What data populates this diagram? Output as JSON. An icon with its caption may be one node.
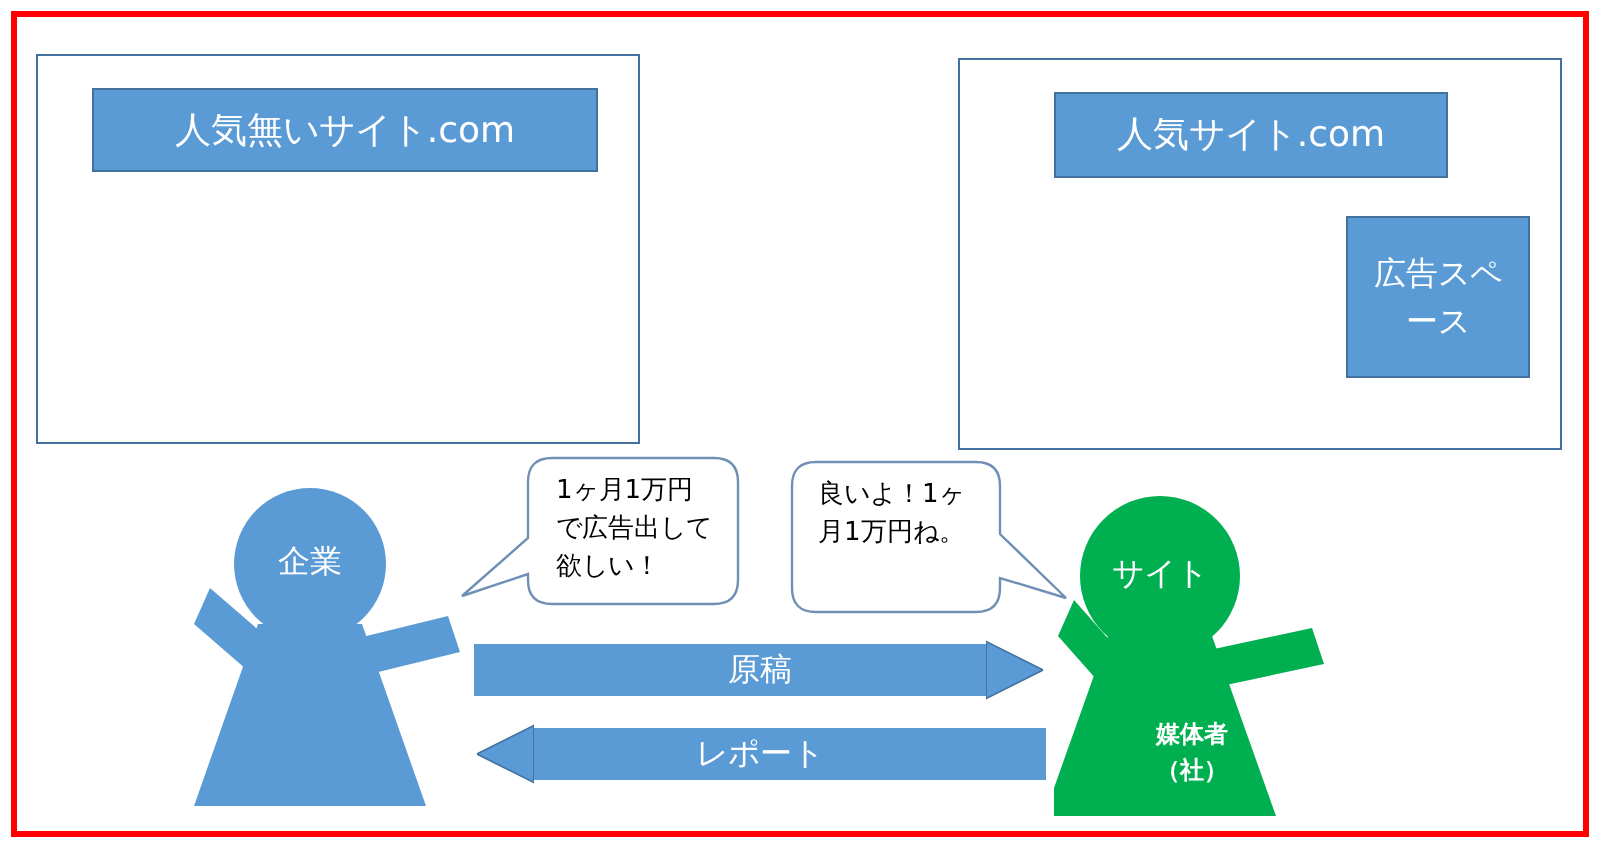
{
  "diagram": {
    "nodes": [
      {
        "text": [],
        "shape": "box"
      },
      {
        "text": [
          "人気無いサイト.com"
        ],
        "in": 0
      },
      {
        "text": [],
        "shape": "box"
      },
      {
        "text": [
          "人気サイト.com"
        ],
        "in": 2
      },
      {
        "text": [
          "広告スペース"
        ],
        "in": 2
      },
      {
        "text": [
          "企業"
        ]
      },
      {
        "text": [
          "1ヶ月1万円で広告出して欲しい！"
        ]
      },
      {
        "text": [
          "良いよ！1ヶ月1万円ね。"
        ]
      },
      {
        "text": [
          "サイト",
          "媒体者（社）"
        ]
      }
    ],
    "edges": [
      {
        "from": 5,
        "to": 8,
        "arrow": "to",
        "label": "原稿"
      },
      {
        "from": 8,
        "to": 5,
        "arrow": "to",
        "label": "レポート"
      }
    ]
  }
}
